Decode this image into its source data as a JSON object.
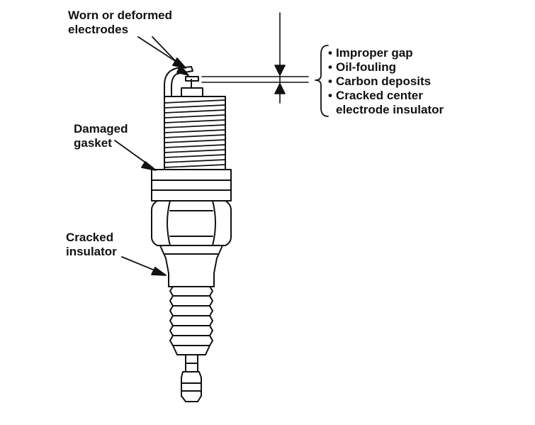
{
  "labels": {
    "electrodes": [
      "Worn or deformed",
      "electrodes"
    ],
    "gasket": [
      "Damaged",
      "gasket"
    ],
    "insulator": [
      "Cracked",
      "insulator"
    ]
  },
  "gap_issues": {
    "bullet": "•",
    "items": [
      "Improper gap",
      "Oil-fouling",
      "Carbon deposits",
      "Cracked center"
    ],
    "continuation": "electrode insulator"
  }
}
